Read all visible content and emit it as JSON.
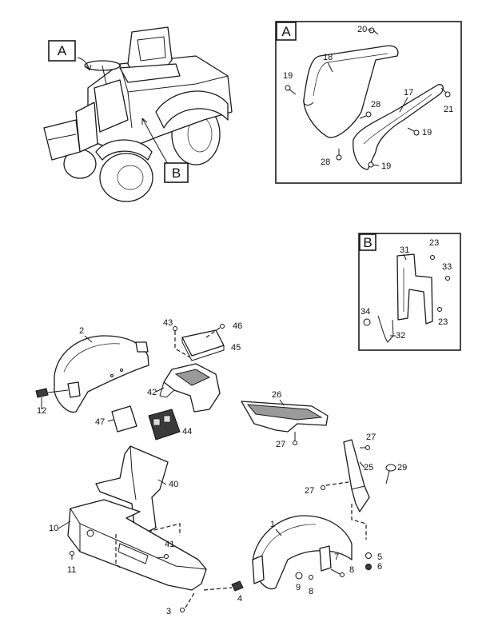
{
  "callout_boxes": [
    {
      "id": "A",
      "label": "A"
    },
    {
      "id": "B",
      "label": "B"
    }
  ],
  "tractor_pointers": [
    {
      "id": "A",
      "label": "A"
    },
    {
      "id": "B",
      "label": "B"
    }
  ],
  "part_numbers": {
    "p1": "1",
    "p2": "2",
    "p3": "3",
    "p4": "4",
    "p5": "5",
    "p6": "6",
    "p7": "7",
    "p8a": "8",
    "p8b": "8",
    "p9": "9",
    "p10": "10",
    "p11": "11",
    "p12": "12",
    "p17": "17",
    "p18": "18",
    "p19a": "19",
    "p19b": "19",
    "p19c": "19",
    "p20": "20",
    "p21": "21",
    "p23a": "23",
    "p23b": "23",
    "p25": "25",
    "p26": "26",
    "p27a": "27",
    "p27b": "27",
    "p27c": "27",
    "p28a": "28",
    "p28b": "28",
    "p29": "29",
    "p31": "31",
    "p32": "32",
    "p33": "33",
    "p34": "34",
    "p40": "40",
    "p41": "41",
    "p42": "42",
    "p43": "43",
    "p44": "44",
    "p45": "45",
    "p46": "46",
    "p47": "47"
  }
}
